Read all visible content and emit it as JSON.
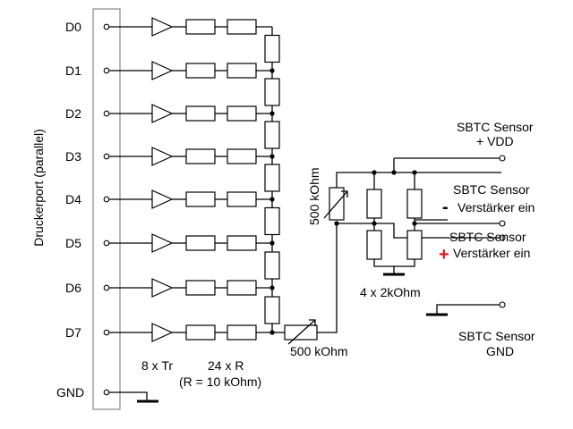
{
  "port": {
    "label": "Druckerport (parallel)",
    "pins": [
      "D0",
      "D1",
      "D2",
      "D3",
      "D4",
      "D5",
      "D6",
      "D7"
    ],
    "gnd": "GND"
  },
  "labels": {
    "transistors": "8 x Tr",
    "resistors": "24 x R",
    "resistor_value": "(R = 10 kOhm)",
    "pot_horizontal": "500 kOhm",
    "pot_vertical": "500 kOhm",
    "bridge": "4 x 2kOhm"
  },
  "outputs": {
    "vdd_line1": "SBTC Sensor",
    "vdd_line2": "+ VDD",
    "minus_line1": "SBTC Sensor",
    "minus_sign": "-",
    "minus_line2": "Verstärker ein",
    "plus_line1": "SBTC Sensor",
    "plus_sign": "+",
    "plus_line2": "Verstärker ein",
    "gnd_line1": "SBTC Sensor",
    "gnd_line2": "GND"
  },
  "colors": {
    "plus_sign": "#e31b1b"
  }
}
